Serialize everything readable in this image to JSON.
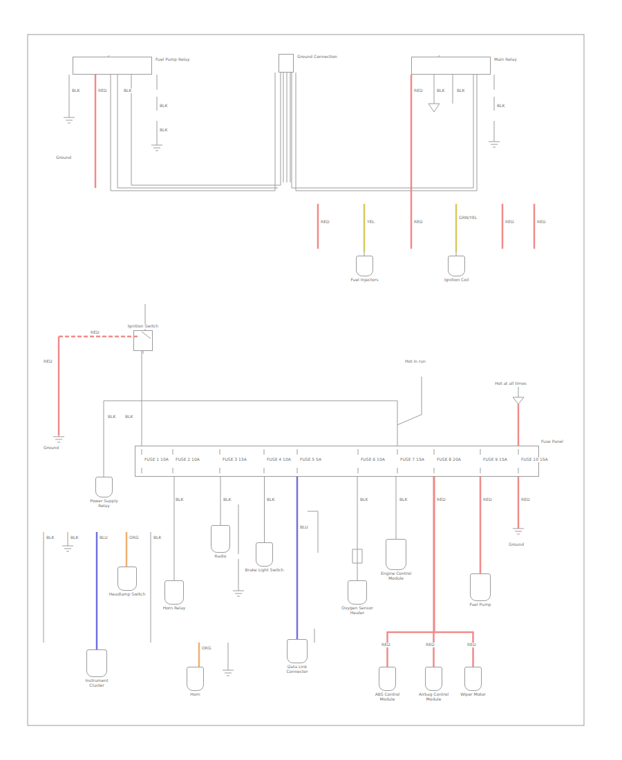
{
  "diagram": {
    "nodes": [
      {
        "text": [
          "Fuel Pump Relay"
        ]
      },
      {
        "text": [
          "Ground Connection"
        ]
      },
      {
        "text": [
          "Main Relay"
        ]
      },
      {
        "text": [
          "Ignition Switch"
        ]
      },
      {
        "text": [
          "Fuse Panel"
        ]
      },
      {
        "text": [
          "Power Supply Relay"
        ]
      },
      {
        "text": [
          "Horn Relay"
        ]
      },
      {
        "text": [
          "Radio"
        ]
      },
      {
        "text": [
          "Brake Light Switch"
        ]
      },
      {
        "text": [
          "Oxygen Sensor Heater"
        ]
      },
      {
        "text": [
          "Engine Control Module"
        ]
      },
      {
        "text": [
          "Fuel Pump"
        ]
      },
      {
        "text": [
          "Instrument Cluster"
        ]
      },
      {
        "text": [
          "Headlamp Switch"
        ]
      },
      {
        "text": [
          "Data Link Connector"
        ]
      },
      {
        "text": [
          "Horn"
        ]
      },
      {
        "text": [
          "ABS Control Module"
        ]
      },
      {
        "text": [
          "Airbag Control Module"
        ]
      },
      {
        "text": [
          "Wiper Motor"
        ]
      },
      {
        "text": [
          "Fuel Injectors"
        ]
      },
      {
        "text": [
          "Ignition Coil"
        ]
      }
    ],
    "edges": [
      {
        "from": 0,
        "to": 1,
        "arrow": "none"
      },
      {
        "from": 2,
        "to": 1,
        "arrow": "none"
      },
      {
        "from": 3,
        "to": 4,
        "arrow": "none"
      },
      {
        "from": 4,
        "to": 6,
        "arrow": "none"
      },
      {
        "from": 4,
        "to": 7,
        "arrow": "none"
      },
      {
        "from": 4,
        "to": 8,
        "arrow": "none"
      },
      {
        "from": 4,
        "to": 9,
        "arrow": "none"
      },
      {
        "from": 4,
        "to": 10,
        "arrow": "none"
      },
      {
        "from": 4,
        "to": 11,
        "arrow": "none"
      },
      {
        "from": 4,
        "to": 14,
        "arrow": "none"
      },
      {
        "from": 4,
        "to": 16,
        "arrow": "none"
      },
      {
        "from": 4,
        "to": 17,
        "arrow": "none"
      },
      {
        "from": 4,
        "to": 18,
        "arrow": "none"
      }
    ],
    "labels": [
      "BLK",
      "RED",
      "BLK",
      "BLK",
      "BLK",
      "Ground",
      "RED",
      "BLK",
      "BLK",
      "BLK",
      "RED",
      "YEL",
      "RED",
      "GRN/YEL",
      "RED",
      "RED",
      "RED",
      "RED",
      "Ground",
      "BLK",
      "BLK",
      "Hot at all times",
      "Hot in run",
      "FUSE 1 10A",
      "FUSE 2 10A",
      "FUSE 3 15A",
      "FUSE 4 10A",
      "FUSE 5 5A",
      "FUSE 6 10A",
      "FUSE 7 15A",
      "FUSE 8 20A",
      "FUSE 9 15A",
      "FUSE 10 15A",
      "BLK",
      "BLK",
      "BLK",
      "BLU",
      "BLK",
      "BLK",
      "RED",
      "RED",
      "RED",
      "BLK",
      "BLK",
      "BLU",
      "ORG",
      "BLK",
      "ORG",
      "RED",
      "RED",
      "RED",
      "Ground"
    ]
  }
}
